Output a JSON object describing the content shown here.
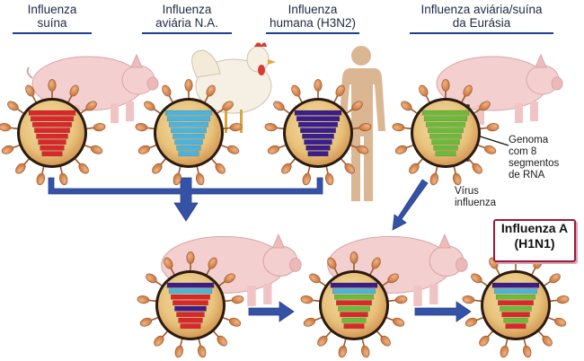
{
  "headers": [
    {
      "line1": "Influenza",
      "line2": "suína"
    },
    {
      "line1": "Influenza",
      "line2": "aviária N.A."
    },
    {
      "line1": "Influenza",
      "line2": "humana (H3N2)"
    },
    {
      "line1": "Influenza aviária/suína",
      "line2": "da Eurásia"
    }
  ],
  "genome_label": {
    "line1": "Genoma",
    "line2": "com 8",
    "line3": "segmentos",
    "line4": "de RNA"
  },
  "virus_label": {
    "line1": "Vírus",
    "line2": "influenza"
  },
  "result": {
    "line1": "Influenza A",
    "line2": "(H1N1)"
  },
  "colors": {
    "swine": "#d8282b",
    "avian": "#4bb4de",
    "human": "#3a1e8c",
    "eurasian": "#6cba3c",
    "arrow": "#3453a6",
    "pig": "#f4cfcf",
    "human_silhouette": "#dbb693"
  },
  "viruses": [
    {
      "id": "swine",
      "segments": [
        "swine",
        "swine",
        "swine",
        "swine",
        "swine",
        "swine",
        "swine",
        "swine"
      ]
    },
    {
      "id": "avian",
      "segments": [
        "avian",
        "avian",
        "avian",
        "avian",
        "avian",
        "avian",
        "avian",
        "avian"
      ]
    },
    {
      "id": "human",
      "segments": [
        "human",
        "human",
        "human",
        "human",
        "human",
        "human",
        "human",
        "human"
      ]
    },
    {
      "id": "eurasian",
      "segments": [
        "eurasian",
        "eurasian",
        "eurasian",
        "eurasian",
        "eurasian",
        "eurasian",
        "eurasian",
        "eurasian"
      ]
    },
    {
      "id": "triple-reassortant",
      "segments": [
        "human",
        "avian",
        "swine",
        "swine",
        "human",
        "swine",
        "swine",
        "swine"
      ]
    },
    {
      "id": "mixed-reassortant",
      "segments": [
        "human",
        "avian",
        "eurasian",
        "swine",
        "eurasian",
        "swine",
        "eurasian",
        "swine"
      ]
    },
    {
      "id": "h1n1",
      "segments": [
        "human",
        "avian",
        "eurasian",
        "swine",
        "eurasian",
        "swine",
        "eurasian",
        "swine"
      ]
    }
  ]
}
